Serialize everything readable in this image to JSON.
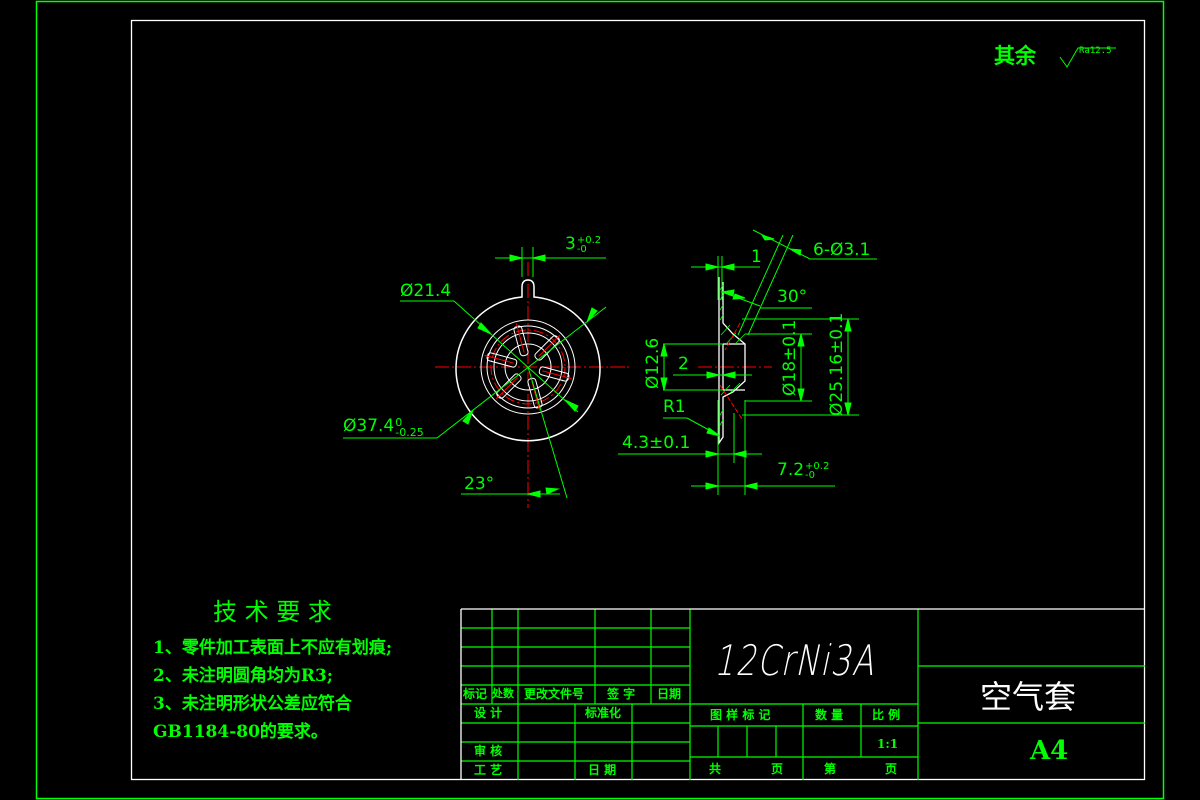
{
  "colors": {
    "background": "#000000",
    "annotation": "#00ff00",
    "outline": "#ffffff",
    "centerline": "#ff0000"
  },
  "surface_finish": {
    "label": "其余",
    "symbol": "Ra12.5"
  },
  "front_view": {
    "dims": {
      "slot_width": "3",
      "slot_width_upper": "+0.2",
      "slot_width_lower": "-0",
      "inner_dia": "Ø21.4",
      "outer_dia": "Ø37.4",
      "outer_dia_upper": "0",
      "outer_dia_lower": "-0.25",
      "angle": "23°"
    }
  },
  "section_view": {
    "dims": {
      "holes": "6-Ø3.1",
      "wall": "1",
      "angle": "30°",
      "bore_dia": "Ø12.6",
      "step": "2",
      "mid_dia": "Ø18±0.1",
      "large_dia": "Ø25.16±0.1",
      "radius": "R1",
      "flange_thk": "4.3±0.1",
      "total_len": "7.2",
      "total_len_upper": "+0.2",
      "total_len_lower": "-0"
    }
  },
  "tech_requirements": {
    "title": "技 术 要 求",
    "items": [
      "1、零件加工表面上不应有划痕;",
      "2、未注明圆角均为R3;",
      "3、未注明形状公差应符合",
      "GB1184-80的要求。"
    ]
  },
  "title_block": {
    "revision_headers": [
      "标记",
      "处数",
      "更改文件号",
      "签 字",
      "日期"
    ],
    "design": "设 计",
    "standardization": "标准化",
    "review": "审 核",
    "process": "工 艺",
    "date": "日 期",
    "material": "12CrNi3A",
    "drawing_mark": "图 样 标 记",
    "quantity": "数 量",
    "scale_label": "比 例",
    "scale_value": "1:1",
    "total_label": "共",
    "page_label": "页",
    "sheet_label": "第",
    "sheet_page_label": "页",
    "part_name": "空气套",
    "paper_size": "A4"
  }
}
